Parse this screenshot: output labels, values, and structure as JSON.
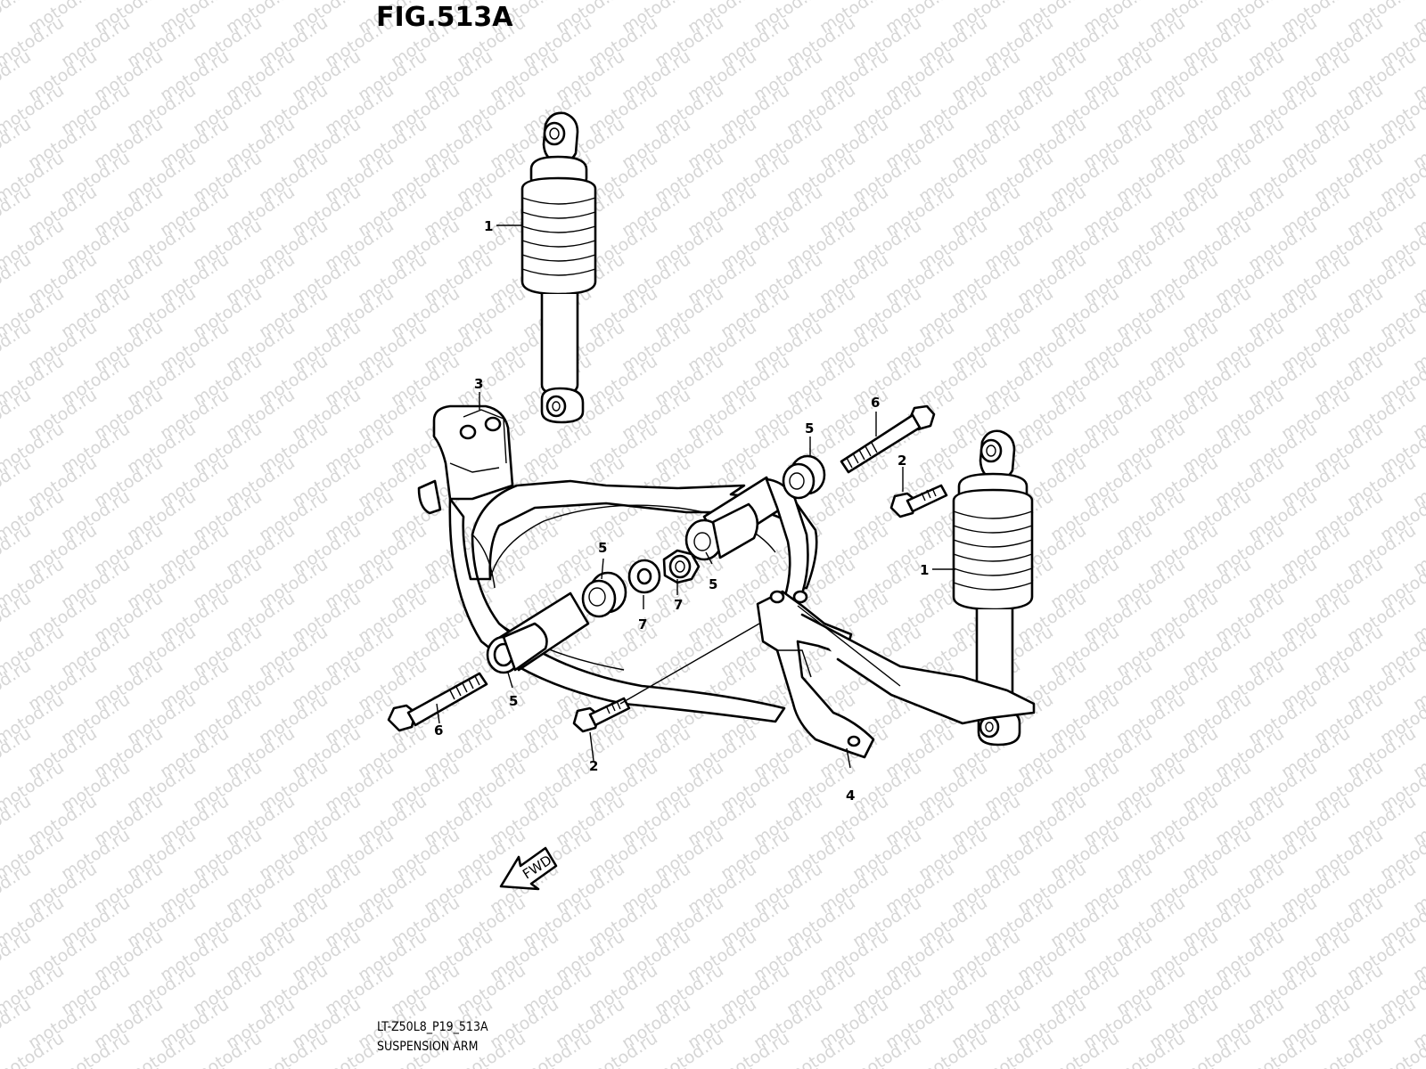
{
  "figure_title": "FIG.513A",
  "footer": {
    "code": "LT-Z50L8_P19_513A",
    "name": "SUSPENSION ARM"
  },
  "fwd_label": "FWD",
  "watermark_text": "motod.ru",
  "callouts": [
    {
      "id": "c1a",
      "label": "1"
    },
    {
      "id": "c1b",
      "label": "1"
    },
    {
      "id": "c2a",
      "label": "2"
    },
    {
      "id": "c2b",
      "label": "2"
    },
    {
      "id": "c3",
      "label": "3"
    },
    {
      "id": "c4",
      "label": "4"
    },
    {
      "id": "c5a",
      "label": "5"
    },
    {
      "id": "c5b",
      "label": "5"
    },
    {
      "id": "c5c",
      "label": "5"
    },
    {
      "id": "c5d",
      "label": "5"
    },
    {
      "id": "c6a",
      "label": "6"
    },
    {
      "id": "c6b",
      "label": "6"
    },
    {
      "id": "c7a",
      "label": "7"
    },
    {
      "id": "c7b",
      "label": "7"
    }
  ]
}
